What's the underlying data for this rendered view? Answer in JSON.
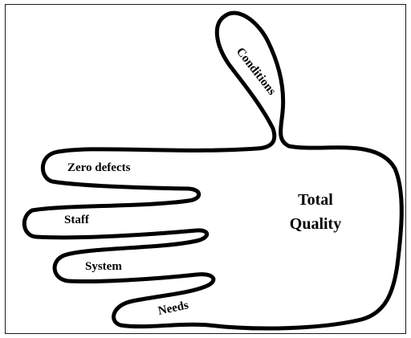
{
  "diagram": {
    "center_label": [
      "Total",
      "Quality"
    ],
    "thumb_label": "Conditions",
    "finger_labels": {
      "index": "Zero defects",
      "middle": "Staff",
      "ring": "System",
      "little": "Needs"
    }
  }
}
